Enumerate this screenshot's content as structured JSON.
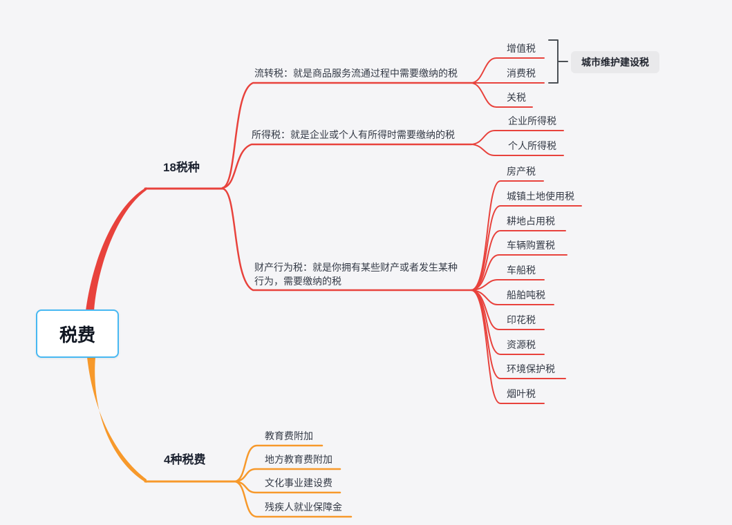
{
  "canvas": {
    "background": "#f5f5f7"
  },
  "colors": {
    "branch_18": "#e8423c",
    "branch_4": "#f7992b",
    "root_border": "#47b8f2",
    "bracket": "#4a4f54",
    "callout_bg": "#e9e9eb"
  },
  "root": {
    "label": "税费"
  },
  "branches": [
    {
      "label": "18税种",
      "color": "#e8423c",
      "topics": [
        {
          "label": "流转税：就是商品服务流通过程中需要缴纳的税",
          "children": [
            "增值税",
            "消费税",
            "关税"
          ]
        },
        {
          "label": "所得税：就是企业或个人有所得时需要缴纳的税",
          "children": [
            "企业所得税",
            "个人所得税"
          ]
        },
        {
          "label": "财产行为税：就是你拥有某些财产或者发生某种行为，需要缴纳的税",
          "children": [
            "房产税",
            "城镇土地使用税",
            "耕地占用税",
            "车辆购置税",
            "车船税",
            "船舶吨税",
            "印花税",
            "资源税",
            "环境保护税",
            "烟叶税"
          ]
        }
      ]
    },
    {
      "label": "4种税费",
      "color": "#f7992b",
      "topics": [
        {
          "label": "",
          "children": [
            "教育费附加",
            "地方教育费附加",
            "文化事业建设费",
            "残疾人就业保障金"
          ]
        }
      ]
    }
  ],
  "callout": {
    "label": "城市维护建设税",
    "groups": [
      "增值税",
      "消费税"
    ]
  }
}
